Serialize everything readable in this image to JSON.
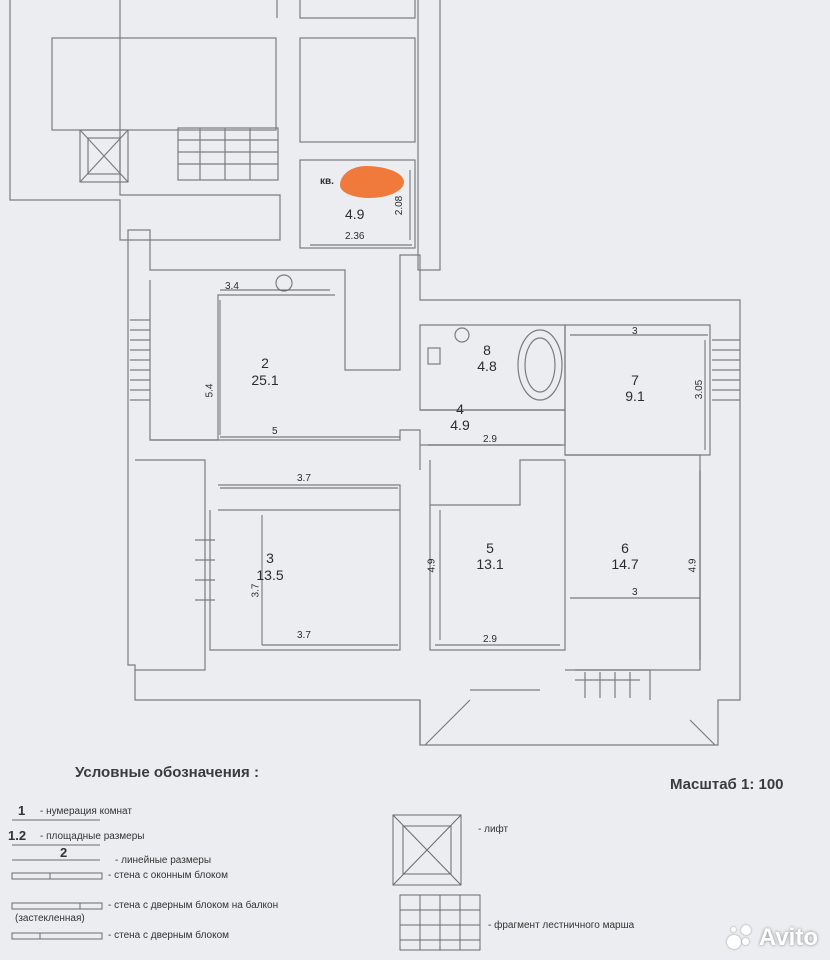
{
  "colors": {
    "wall": "#7b7c82",
    "line": "#5b5c62",
    "paper": "#ecedf0",
    "mark": "#f07a3c"
  },
  "flat": {
    "label": "кв.",
    "area": "4.9",
    "w": "2.36",
    "h": "2.08"
  },
  "rooms": [
    {
      "num": "2",
      "area": "25.1"
    },
    {
      "num": "3",
      "area": "13.5"
    },
    {
      "num": "4",
      "area": "4.9"
    },
    {
      "num": "5",
      "area": "13.1"
    },
    {
      "num": "6",
      "area": "14.7"
    },
    {
      "num": "7",
      "area": "9.1"
    },
    {
      "num": "8",
      "area": "4.8"
    }
  ],
  "dims": {
    "d34": "3.4",
    "d54": "5.4",
    "d5": "5",
    "d37a": "3.7",
    "d37b": "3.7",
    "d37c": "3.7",
    "d29a": "2.9",
    "d29b": "2.9",
    "d49a": "4.9",
    "d49b": "4.9",
    "d3a": "3",
    "d3b": "3",
    "d305": "3.05"
  },
  "legend": {
    "title": "Условные обозначения :",
    "scale": "Масштаб 1: 100",
    "items": [
      {
        "key": "1",
        "text": "- нумерация комнат"
      },
      {
        "key": "1.2",
        "text": "- площадные размеры"
      },
      {
        "key": "2",
        "text": "- линейные размеры"
      },
      {
        "key": "",
        "text": "- стена с оконным блоком"
      },
      {
        "key": "",
        "text": "- стена с дверным блоком на балкон"
      },
      {
        "key": "",
        "text": "(застекленная)"
      },
      {
        "key": "",
        "text": "- стена с дверным блоком"
      }
    ],
    "lift": "- лифт",
    "stair": "- фрагмент лестничного марша"
  },
  "brand": "Avito"
}
